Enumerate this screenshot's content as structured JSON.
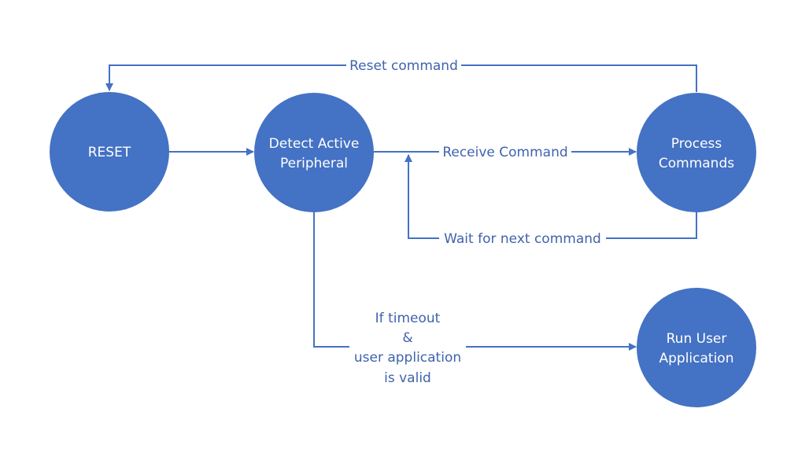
{
  "colors": {
    "node_fill": "#4472c4",
    "edge": "#4472c4",
    "node_text": "#ffffff",
    "edge_text": "#3f63ad",
    "background": "#ffffff"
  },
  "nodes": {
    "reset": {
      "lines": [
        "RESET"
      ]
    },
    "detect": {
      "lines": [
        "Detect Active",
        "Peripheral"
      ]
    },
    "process": {
      "lines": [
        "Process",
        "Commands"
      ]
    },
    "run": {
      "lines": [
        "Run User",
        "Application"
      ]
    }
  },
  "edges": {
    "reset_command": {
      "label": "Reset command"
    },
    "receive_command": {
      "label": "Receive Command"
    },
    "wait_next": {
      "label": "Wait for next command"
    },
    "timeout": {
      "lines": [
        "If timeout",
        "&",
        "user application",
        "is valid"
      ]
    }
  }
}
